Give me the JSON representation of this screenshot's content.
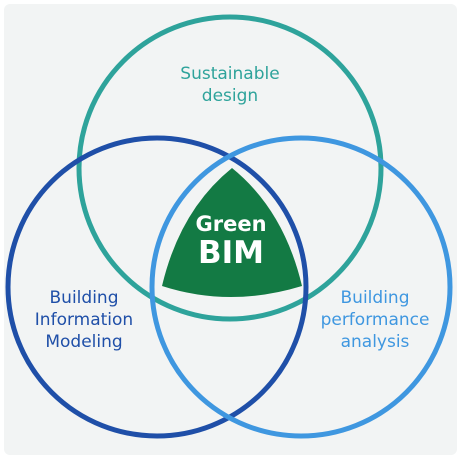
{
  "diagram": {
    "sets": [
      {
        "id": "top",
        "label": "Sustainable\ndesign",
        "color": "#2ea39b"
      },
      {
        "id": "left",
        "label": "Building\nInformation\nModeling",
        "color": "#1f4fa8"
      },
      {
        "id": "right",
        "label": "Building\nperformance\nanalysis",
        "color": "#3f97e0"
      }
    ],
    "center": {
      "line1": "Green",
      "line2": "BIM",
      "color": "#137a44"
    }
  }
}
